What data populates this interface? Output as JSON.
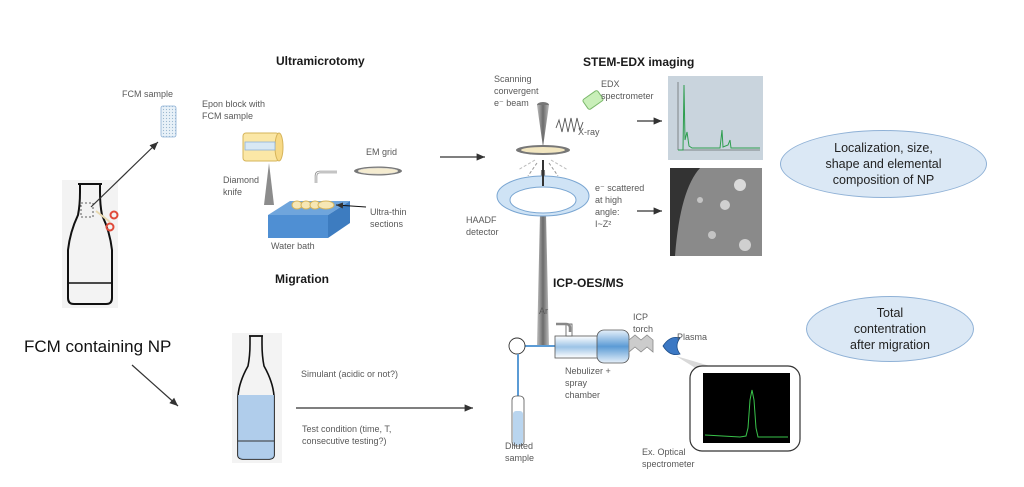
{
  "sections": {
    "ultramicrotomy": "Ultramicrotomy",
    "stem_edx": "STEM-EDX  imaging",
    "migration": "Migration",
    "icp": "ICP-OES/MS"
  },
  "labels": {
    "fcm_sample": "FCM sample",
    "epon_block_1": "Epon block with",
    "epon_block_2": "FCM sample",
    "diamond_knife_1": "Diamond",
    "diamond_knife_2": "knife",
    "water_bath": "Water bath",
    "em_grid": "EM grid",
    "ultra_thin_1": "Ultra-thin",
    "ultra_thin_2": "sections",
    "scanning_1": "Scanning",
    "scanning_2": "convergent",
    "scanning_3": "e⁻ beam",
    "edx_1": "EDX",
    "edx_2": "spectrometer",
    "xray": "X-ray",
    "haadf_1": "HAADF",
    "haadf_2": "detector",
    "scattered_1": "e⁻ scattered",
    "scattered_2": "at high",
    "scattered_3": "angle:",
    "scattered_4": "I~Z²",
    "fcm_np": "FCM containing NP",
    "simulant": "Simulant  (acidic or not?)",
    "test_cond_1": "Test condition  (time, T,",
    "test_cond_2": "consecutive testing?)",
    "ar": "Ar",
    "icp_torch_1": "ICP",
    "icp_torch_2": "torch",
    "plasma": "Plasma",
    "nebulizer_1": "Nebulizer +",
    "nebulizer_2": "spray",
    "nebulizer_3": "chamber",
    "diluted_1": "Diluted",
    "diluted_2": "sample",
    "optical_1": "Ex. Optical",
    "optical_2": "spectrometer"
  },
  "outcomes": {
    "stem_1": "Localization, size,",
    "stem_2": "shape and elemental",
    "stem_3": "composition of NP",
    "icp_1": "Total",
    "icp_2": "contentration",
    "icp_3": "after migration"
  },
  "colors": {
    "water_blue": "#5b9bd5",
    "ellipse_fill": "#dbe8f5",
    "edx_green": "#2e9e4f",
    "spectrum_green": "#39c24a"
  }
}
